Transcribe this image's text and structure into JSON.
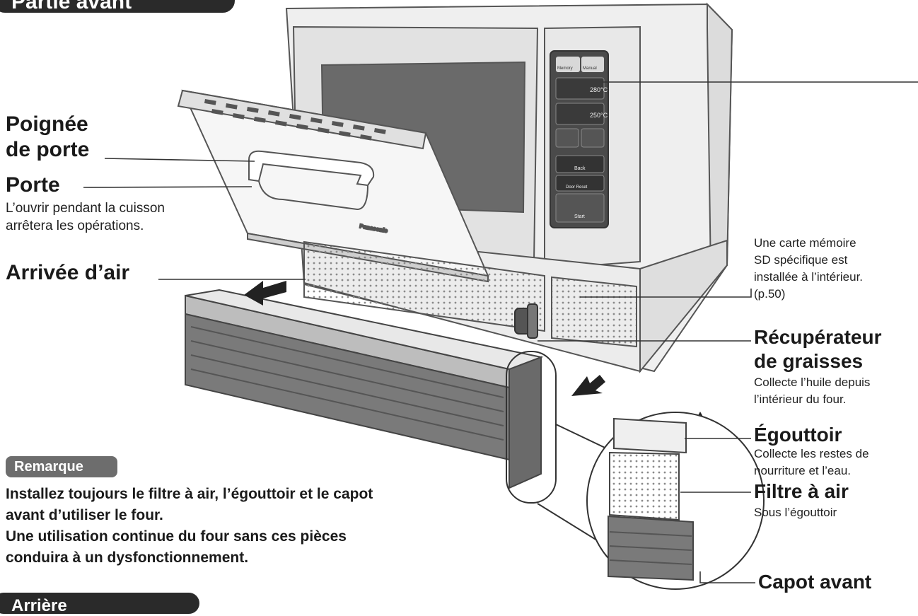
{
  "header": {
    "section_title": "Partie avant"
  },
  "labels": {
    "door_handle": "Poignée\nde porte",
    "door": "Porte",
    "door_desc": "L’ouvrir pendant la cuisson\narrêtera les opérations.",
    "air_intake": "Arrivée d’air",
    "sd_card_desc": "Une carte mémoire\nSD spécifique est\ninstallée à l’intérieur.\n(p.50)",
    "grease_title": "Récupérateur\nde graisses",
    "grease_desc": "Collecte l’huile depuis\nl’intérieur du four.",
    "drip_tray_title": "Égouttoir",
    "drip_tray_desc": "Collecte les restes de\nnourriture et l’eau.",
    "air_filter_title": "Filtre à air",
    "air_filter_desc": "Sous l’égouttoir",
    "front_cover_title": "Capot avant"
  },
  "panel": {
    "temp1": "280°C",
    "temp2": "250°C",
    "btn_memory": "Memory",
    "btn_manual": "Manual",
    "btn_back": "Back",
    "btn_door_reset": "Door Reset",
    "btn_start": "Start",
    "brand": "Panasonic"
  },
  "note": {
    "badge": "Remarque",
    "text": "Installez toujours le filtre à air, l’égouttoir et le capot\navant d’utiliser le four.\nUne utilisation continue du four sans ces pièces\nconduira à un dysfonctionnement."
  },
  "footer": {
    "next_section_partial": "Arrière"
  }
}
